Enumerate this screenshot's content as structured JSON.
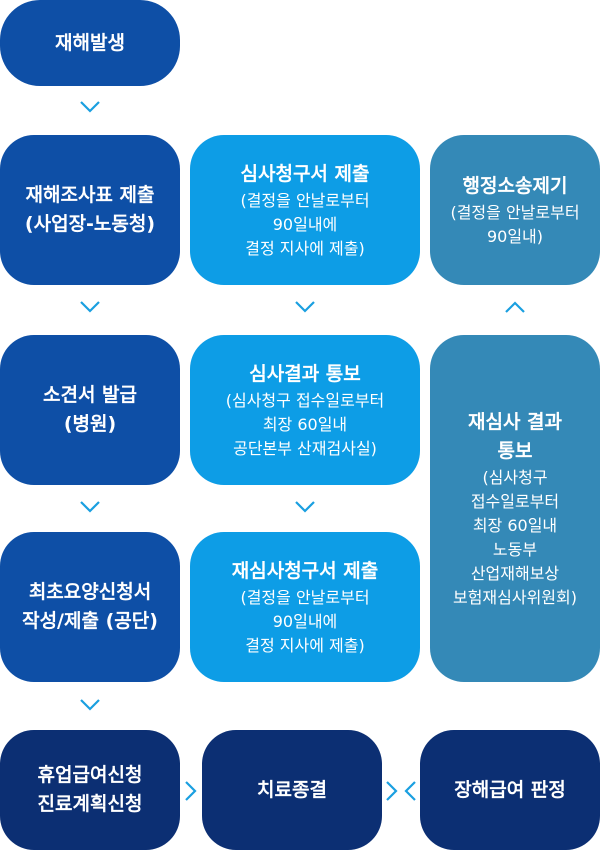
{
  "steps": {
    "occurrence": {
      "title": "재해발생"
    },
    "report": {
      "line1": "재해조사표 제출",
      "line2": "(사업장-노동청)"
    },
    "diagnosis": {
      "line1": "소견서 발급",
      "line2": "(병원)"
    },
    "care_plan": {
      "line1": "최초요양신청서",
      "line2": "작성/제출 (공단)"
    },
    "leave_benefit": {
      "line1": "휴업급여신청",
      "line2": "진료계획신청"
    },
    "treatment_end": {
      "title": "치료종결"
    },
    "disability": {
      "title": "장해급여 판정"
    },
    "review_request": {
      "title": "심사청구서 제출",
      "sub1": "(결정을 안날로부터",
      "sub2": "90일내에",
      "sub3": "결정 지사에 제출)"
    },
    "review_result": {
      "title": "심사결과 통보",
      "sub1": "(심사청구 접수일로부터",
      "sub2": "최장 60일내",
      "sub3": "공단본부 산재검사실)"
    },
    "rereview_request": {
      "title": "재심사청구서 제출",
      "sub1": "(결정을 안날로부터",
      "sub2": "90일내에",
      "sub3": "결정 지사에 제출)"
    },
    "lawsuit": {
      "title": "행정소송제기",
      "sub1": "(결정을 안날로부터",
      "sub2": "90일내)"
    },
    "rereview_result": {
      "title1": "재심사 결과",
      "title2": "통보",
      "sub1": "(심사청구",
      "sub2": "접수일로부터",
      "sub3": "최장 60일내",
      "sub4": "노동부",
      "sub5": "산업재해보상",
      "sub6": "보험재심사위원회)"
    }
  },
  "colors": {
    "royal_blue": "#0e4fa6",
    "navy": "#0c2f73",
    "sky_blue": "#0d9de6",
    "steel_blue": "#3489b7",
    "arrow": "#1a9fe0"
  },
  "icons": {
    "down": "chevron-down-icon",
    "up": "chevron-up-icon",
    "right": "chevron-right-icon",
    "left": "chevron-left-icon"
  }
}
